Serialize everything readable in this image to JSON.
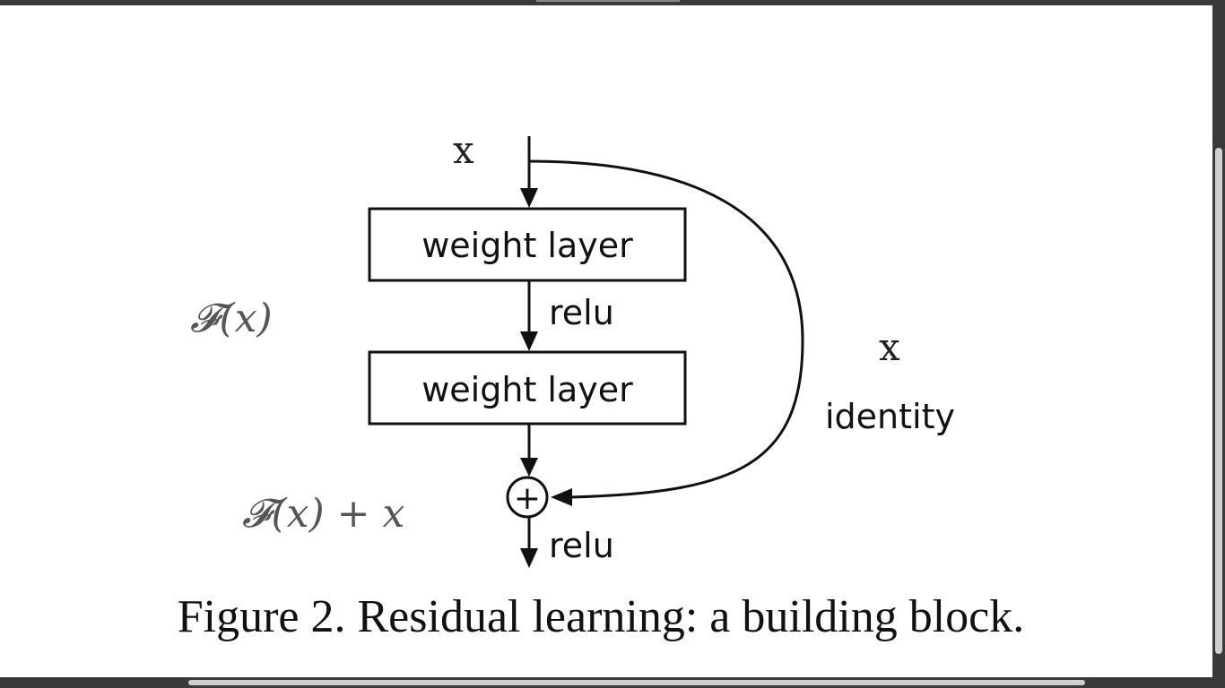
{
  "input_label": "x",
  "box1_label": "weight layer",
  "box2_label": "weight layer",
  "relu_mid_label": "relu",
  "relu_out_label": "relu",
  "residual_label": "𝓕(x)",
  "sum_label": "𝓕(x) + x",
  "shortcut_label": "x",
  "identity_label": "identity",
  "add_symbol": "+",
  "caption": "Figure 2. Residual learning: a building block."
}
